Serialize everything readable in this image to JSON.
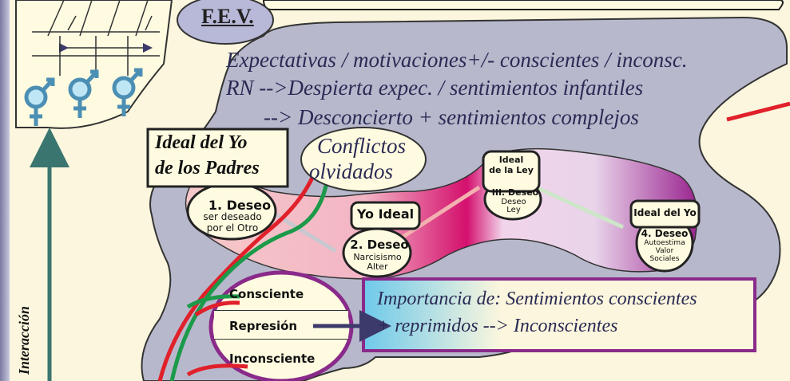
{
  "fev": "F.E.V.",
  "expectations": {
    "line1": "Expectativas / motivaciones+/- conscientes / inconsc.",
    "line2": "RN -->Despierta expec. / sentimientos infantiles",
    "line3": "--> Desconcierto + sentimientos complejos"
  },
  "ideal_padres": {
    "line1": "Ideal del Yo",
    "line2": "de los Padres"
  },
  "conflictos": {
    "line1": "Conflictos",
    "line2": "olvidados"
  },
  "deseo1": {
    "title": "1. Deseo",
    "l1": "ser deseado",
    "l2": "por el Otro"
  },
  "yo_ideal": "Yo Ideal",
  "deseo2": {
    "title": "2. Deseo",
    "l1": "Narcisismo",
    "l2": "Alter"
  },
  "ideal_ley": {
    "l1": "Ideal",
    "l2": "de la Ley"
  },
  "deseo3": {
    "title": "III. Deseo",
    "l1": "Deseo",
    "l2": "Ley"
  },
  "ideal_yo": "Ideal del Yo",
  "deseo4": {
    "title": "4. Deseo",
    "l1": "Autoestima",
    "l2": "Valor",
    "l3": "Sociales"
  },
  "mind": {
    "consciente": "Consciente",
    "represion": "Represión",
    "inconsciente": "Inconsciente"
  },
  "importancia": {
    "line1": "Importancia de: Sentimientos conscientes",
    "line2": "+ reprimidos --> Inconscientes"
  },
  "interaccion": "Interacción",
  "colors": {
    "background": "#fbf6dd",
    "blob": "#b8b8cc",
    "accent_red": "#e0202a",
    "accent_green": "#1c9a4a",
    "purple": "#8a2a8a",
    "teal": "#3a7570"
  }
}
